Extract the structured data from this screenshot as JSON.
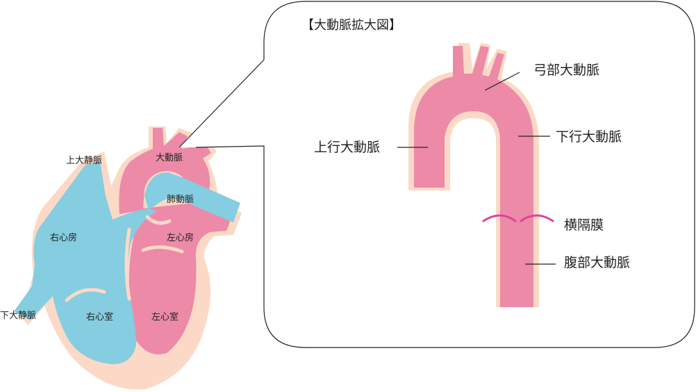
{
  "colors": {
    "tissue": "#fcd9c6",
    "oxygenated": "#ec8aa8",
    "deoxygenated": "#85cde0",
    "diaphragm": "#e040a0",
    "line": "#222222"
  },
  "heart": {
    "labels": {
      "svc": "上大静脈",
      "ivc": "下大静脈",
      "aorta": "大動脈",
      "pulmonary_artery": "肺動脈",
      "right_atrium": "右心房",
      "left_atrium": "左心房",
      "right_ventricle": "右心室",
      "left_ventricle": "左心室"
    }
  },
  "zoom": {
    "title": "【大動脈拡大図】",
    "labels": {
      "arch": "弓部大動脈",
      "ascending": "上行大動脈",
      "descending": "下行大動脈",
      "diaphragm": "横隔膜",
      "abdominal": "腹部大動脈"
    }
  }
}
